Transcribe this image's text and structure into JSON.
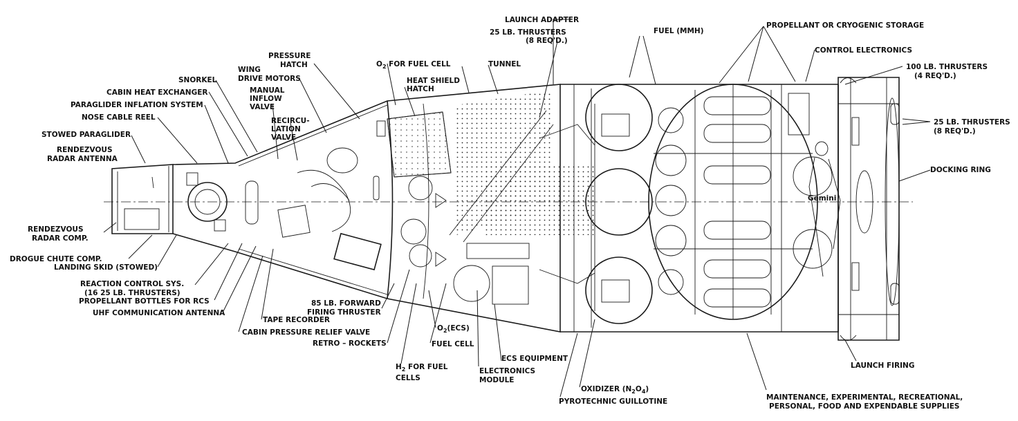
{
  "labels": {
    "launch_adapter": "LAUNCH ADAPTER",
    "thrusters_25_top_1": "25 LB. THRUSTERS",
    "thrusters_25_top_2": "(8 REQ'D.)",
    "fuel_mmh": "FUEL (MMH)",
    "propellant_storage": "PROPELLANT OR CRYOGENIC STORAGE",
    "control_electronics": "CONTROL ELECTRONICS",
    "thrusters_100_1": "100 LB. THRUSTERS",
    "thrusters_100_2": "(4 REQ'D.)",
    "thrusters_25_right_1": "25 LB. THRUSTERS",
    "thrusters_25_right_2": "(8 REQ'D.)",
    "docking_ring": "DOCKING RING",
    "launch_firing": "LAUNCH FIRING",
    "maintenance_1": "MAINTENANCE, EXPERIMENTAL, RECREATIONAL,",
    "maintenance_2": "PERSONAL, FOOD AND EXPENDABLE SUPPLIES",
    "pyrotechnic_guillotine": "PYROTECHNIC GUILLOTINE",
    "oxidizer": "OXIDIZER (N",
    "oxidizer_sub1": "2",
    "oxidizer_mid": "O",
    "oxidizer_sub2": "4",
    "oxidizer_end": ")",
    "ecs_equipment": "ECS EQUIPMENT",
    "electronics_module_1": "ELECTRONICS",
    "electronics_module_2": "MODULE",
    "fuel_cell": "FUEL CELL",
    "o2_ecs": "O",
    "o2_ecs_sub": "2",
    "o2_ecs_end": "(ECS)",
    "h2_fuel_1": "H",
    "h2_fuel_sub": "2",
    "h2_fuel_end": " FOR FUEL",
    "h2_fuel_2": "CELLS",
    "retro_rockets": "RETRO – ROCKETS",
    "forward_thruster_1": "85 LB. FORWARD",
    "forward_thruster_2": "FIRING THRUSTER",
    "cabin_pressure_relief": "CABIN PRESSURE RELIEF VALVE",
    "tape_recorder": "TAPE RECORDER",
    "uhf_antenna": "UHF COMMUNICATION ANTENNA",
    "propellant_bottles": "PROPELLANT BOTTLES FOR RCS",
    "rcs_1": "REACTION CONTROL SYS.",
    "rcs_2": "(16 25 LB. THRUSTERS)",
    "landing_skid": "LANDING SKID (STOWED)",
    "drogue_chute": "DROGUE CHUTE COMP.",
    "rdz_radar_comp_1": "RENDEZVOUS",
    "rdz_radar_comp_2": "RADAR COMP.",
    "rdz_radar_ant_1": "RENDEZVOUS",
    "rdz_radar_ant_2": "RADAR ANTENNA",
    "stowed_paraglider": "STOWED PARAGLIDER",
    "nose_cable_reel": "NOSE CABLE REEL",
    "paraglider_inflation": "PARAGLIDER INFLATION SYSTEM",
    "cabin_heat_exchanger": "CABIN HEAT EXCHANGER",
    "snorkel": "SNORKEL",
    "wing_motors_1": "WING",
    "wing_motors_2": "DRIVE MOTORS",
    "pressure_hatch_1": "PRESSURE",
    "pressure_hatch_2": "HATCH",
    "manual_inflow_1": "MANUAL",
    "manual_inflow_2": "INFLOW",
    "manual_inflow_3": "VALVE",
    "recirc_1": "RECIRCU-",
    "recirc_2": "LATION",
    "recirc_3": "VALVE",
    "o2_fuel_cell": "O",
    "o2_fuel_cell_sub": "2",
    "o2_fuel_cell_end": " FOR FUEL CELL",
    "heat_shield_1": "HEAT SHIELD",
    "heat_shield_2": "HATCH",
    "tunnel": "TUNNEL",
    "crew_badge": "Gemini"
  }
}
